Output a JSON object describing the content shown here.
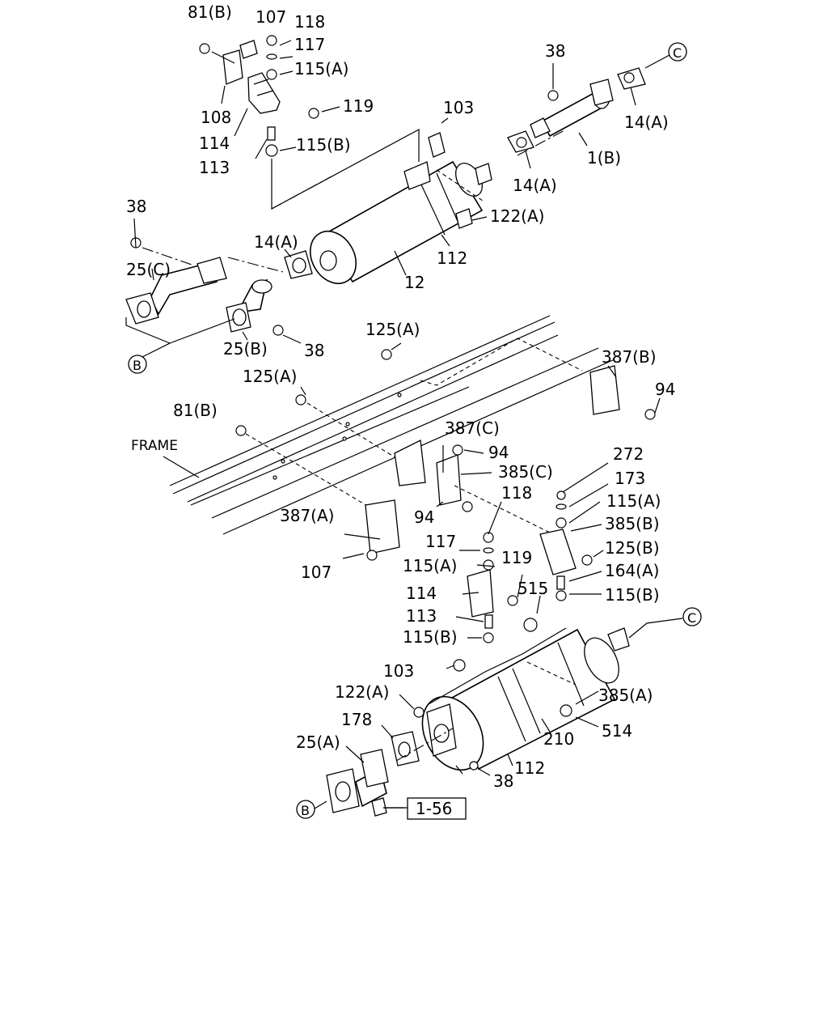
{
  "labels": {
    "l81b_top": "81(B)",
    "l107_top": "107",
    "l118_top": "118",
    "l117_top": "117",
    "l115a_top": "115(A)",
    "l108": "108",
    "l119_top": "119",
    "l114_top": "114",
    "l115b_top": "115(B)",
    "l113_top": "113",
    "l103_top": "103",
    "l38_tr": "38",
    "l14a_tr": "14(A)",
    "l1b": "1(B)",
    "l14a_mid": "14(A)",
    "l122a_top": "122(A)",
    "l112_top": "112",
    "l12": "12",
    "l38_left": "38",
    "l14a_left": "14(A)",
    "l25c": "25(C)",
    "l25b": "25(B)",
    "l38_mid": "38",
    "l125a_1": "125(A)",
    "l125a_2": "125(A)",
    "l387b": "387(B)",
    "l94_r": "94",
    "l81b_mid": "81(B)",
    "l_frame": "FRAME",
    "l387c": "387(C)",
    "l94_c": "94",
    "l385c": "385(C)",
    "l272": "272",
    "l173": "173",
    "l118_mid": "118",
    "l115a_r": "115(A)",
    "l385b": "385(B)",
    "l94_cl": "94",
    "l387a": "387(A)",
    "l117_mid": "117",
    "l125b": "125(B)",
    "l119_mid": "119",
    "l115a_mid": "115(A)",
    "l164a": "164(A)",
    "l515": "515",
    "l107_mid": "107",
    "l114_mid": "114",
    "l115b_r": "115(B)",
    "l113_mid": "113",
    "l115b_mid": "115(B)",
    "l103_bot": "103",
    "l122a_bot": "122(A)",
    "l385a": "385(A)",
    "l178": "178",
    "l514": "514",
    "l210": "210",
    "l25a": "25(A)",
    "l112_bot": "112",
    "l38_bot": "38",
    "ref_box": "1-56"
  },
  "callouts": {
    "c_top": "C",
    "b_left": "B",
    "c_bot": "C",
    "b_bot": "B"
  }
}
